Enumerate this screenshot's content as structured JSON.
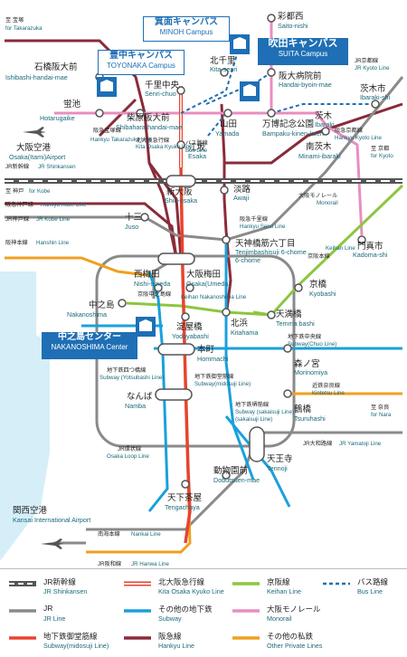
{
  "campuses": {
    "minoh": {
      "jp": "箕面キャンパス",
      "en": "MINOH Campus"
    },
    "toyonaka": {
      "jp": "豊中キャンパス",
      "en": "TOYONAKA Campus"
    },
    "suita": {
      "jp": "吹田キャンパス",
      "en": "SUITA Campus"
    },
    "nakanoshima": {
      "jp": "中之島センター",
      "en": "NAKANOSHIMA Center"
    }
  },
  "stations": [
    {
      "jp": "彩都西",
      "en": "Saito-nishi"
    },
    {
      "jp": "北千里",
      "en": "Kita-senri"
    },
    {
      "jp": "阪大病院前",
      "en": "Handai-byoin-mae"
    },
    {
      "jp": "石橋阪大前",
      "en": "Ishibashi-handai-mae"
    },
    {
      "jp": "千里中央",
      "en": "Senri-chuo"
    },
    {
      "jp": "茨木市",
      "en": "Ibaraki-shi"
    },
    {
      "jp": "蛍池",
      "en": "Hotarugaike"
    },
    {
      "jp": "柴原阪大前",
      "en": "Shibahara-handai-mae"
    },
    {
      "jp": "山田",
      "en": "Yamada"
    },
    {
      "jp": "万博記念公園",
      "en": "Bampaku-kinen-koen"
    },
    {
      "jp": "茨木",
      "en": "Ibaraki"
    },
    {
      "jp": "大阪空港",
      "en": "Osaka(Itami)Airport"
    },
    {
      "jp": "南茨木",
      "en": "Minami-ibaraki"
    },
    {
      "jp": "江坂",
      "en": "Esaka"
    },
    {
      "jp": "新大阪",
      "en": "Shin-osaka"
    },
    {
      "jp": "淡路",
      "en": "Awaji"
    },
    {
      "jp": "十三",
      "en": "Juso"
    },
    {
      "jp": "天神橋筋六丁目",
      "en": "Tenjimbashisuji 6-chome"
    },
    {
      "jp": "門真市",
      "en": "Kadoma-shi"
    },
    {
      "jp": "西梅田",
      "en": "Nishi-umeda"
    },
    {
      "jp": "大阪梅田",
      "en": "Osaka(Umeda)"
    },
    {
      "jp": "京橋",
      "en": "Kyobashi"
    },
    {
      "jp": "中之島",
      "en": "Nakanoshima"
    },
    {
      "jp": "天満橋",
      "en": "Temma bashi"
    },
    {
      "jp": "淀屋橋",
      "en": "Yodoyabashi"
    },
    {
      "jp": "北浜",
      "en": "Kitahama"
    },
    {
      "jp": "本町",
      "en": "Hommachi"
    },
    {
      "jp": "森ノ宮",
      "en": "Morinomiya"
    },
    {
      "jp": "なんば",
      "en": "Namba"
    },
    {
      "jp": "鶴橋",
      "en": "Tsuruhashi"
    },
    {
      "jp": "天王寺",
      "en": "Tennoji"
    },
    {
      "jp": "動物園前",
      "en": "Dobutsuen-mae"
    },
    {
      "jp": "天下茶屋",
      "en": "Tengachaya"
    },
    {
      "jp": "関西空港",
      "en": "Kansai International Airport"
    }
  ],
  "line_labels": [
    {
      "jp": "至 宝塚",
      "en": "for Takarazuka"
    },
    {
      "jp": "JR京都線",
      "en": "JR Kyoto Line"
    },
    {
      "jp": "阪急宝塚線",
      "en": "Hankyu Takarazuka Line"
    },
    {
      "jp": "北大阪急行線",
      "en": "Kita Osaka Kyuko Line"
    },
    {
      "jp": "バス路線",
      "en": "Bus Line"
    },
    {
      "jp": "阪急京都線",
      "en": "Hankyu Kyoto Line"
    },
    {
      "jp": "至 京都",
      "en": "for Kyoto"
    },
    {
      "jp": "JR新幹線",
      "en": "JR Shinkansen"
    },
    {
      "jp": "至 神戸",
      "en": "for Kobe"
    },
    {
      "jp": "大阪モノレール",
      "en": "Monorail"
    },
    {
      "jp": "阪急神戸線",
      "en": "Hankyu Kobe Line"
    },
    {
      "jp": "阪急千里線",
      "en": "Hankyu Senri Line"
    },
    {
      "jp": "JR神戸線",
      "en": "JR Kobe Line"
    },
    {
      "jp": "京阪本線",
      "en": "Keihan Line"
    },
    {
      "jp": "阪神本線",
      "en": "Hanshin Line"
    },
    {
      "jp": "京阪中之島線",
      "en": "Keihan Nakanoshima Line"
    },
    {
      "jp": "地下鉄中央線",
      "en": "Subway(Chuo Line)"
    },
    {
      "jp": "地下鉄四つ橋線",
      "en": "Subway (Yotsubashi Line)"
    },
    {
      "jp": "地下鉄御堂筋線",
      "en": "Subway(midosuji Line)"
    },
    {
      "jp": "近鉄奈良線",
      "en": "Kintetsu Line"
    },
    {
      "jp": "地下鉄堺筋線",
      "en": "Subway (sakaisuji Line)"
    },
    {
      "jp": "至 奈良",
      "en": "for Nara"
    },
    {
      "jp": "JR大和路線",
      "en": "JR Yamatoji Line"
    },
    {
      "jp": "JR環状線",
      "en": "Osaka Loop Line"
    },
    {
      "jp": "南海本線",
      "en": "Nankai Line"
    },
    {
      "jp": "JR阪和線",
      "en": "JR Hanwa Line"
    }
  ],
  "legend": [
    {
      "jp": "JR新幹線",
      "en": "JR Shinkansen",
      "style": "shinkansen",
      "color": "#555555"
    },
    {
      "jp": "北大阪急行線",
      "en": "Kita Osaka Kyuko Line",
      "style": "kita",
      "color": "#e8432f"
    },
    {
      "jp": "京阪線",
      "en": "Keihan Line",
      "style": "solid",
      "color": "#8cc63f"
    },
    {
      "jp": "バス路線",
      "en": "Bus Line",
      "style": "dashed",
      "color": "#1e6fb5"
    },
    {
      "jp": "JR",
      "en": "JR Line",
      "style": "solid",
      "color": "#8a8a8a"
    },
    {
      "jp": "その他の地下鉄",
      "en": "Subway",
      "style": "solid",
      "color": "#1aa0dc"
    },
    {
      "jp": "大阪モノレール",
      "en": "Monorail",
      "style": "solid",
      "color": "#e88ec0"
    },
    {
      "jp": "地下鉄御堂筋線",
      "en": "Subway(midosuji Line)",
      "style": "solid",
      "color": "#e8432f"
    },
    {
      "jp": "阪急線",
      "en": "Hankyu Line",
      "style": "solid",
      "color": "#8a2b3a"
    },
    {
      "jp": "その他の私鉄",
      "en": "Other Private Lines",
      "style": "solid",
      "color": "#f0a020"
    }
  ]
}
